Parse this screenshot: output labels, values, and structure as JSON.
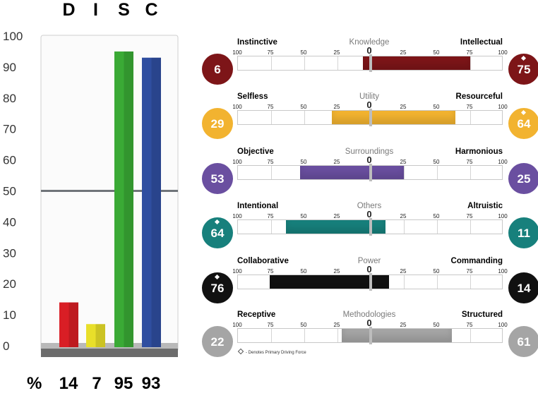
{
  "chart_data": [
    {
      "type": "bar",
      "categories": [
        "D",
        "I",
        "S",
        "C"
      ],
      "values": [
        14,
        7,
        95,
        93
      ],
      "ylim": [
        0,
        100
      ],
      "yticks": [
        0,
        10,
        20,
        30,
        40,
        50,
        60,
        70,
        80,
        90,
        100
      ],
      "reference_line": 50,
      "colors": [
        "#d91e25",
        "#e8df2a",
        "#3aaa35",
        "#2f4ea0"
      ],
      "percent_label": "%",
      "grid": false
    },
    {
      "type": "bar",
      "scale_ticks": [
        "100",
        "75",
        "50",
        "25",
        "0",
        "25",
        "50",
        "75",
        "100"
      ],
      "legend_text": "- Denotes Primary Driving Force",
      "motivators": [
        {
          "name": "Knowledge",
          "left_label": "Instinctive",
          "right_label": "Intellectual",
          "left_value": 6,
          "right_value": 75,
          "primary_side": "right",
          "color": "#7d1518"
        },
        {
          "name": "Utility",
          "left_label": "Selfless",
          "right_label": "Resourceful",
          "left_value": 29,
          "right_value": 64,
          "primary_side": "right",
          "color": "#f2b330"
        },
        {
          "name": "Surroundings",
          "left_label": "Objective",
          "right_label": "Harmonious",
          "left_value": 53,
          "right_value": 25,
          "primary_side": "",
          "color": "#6a4fa0"
        },
        {
          "name": "Others",
          "left_label": "Intentional",
          "right_label": "Altruistic",
          "left_value": 64,
          "right_value": 11,
          "primary_side": "left",
          "color": "#17807c"
        },
        {
          "name": "Power",
          "left_label": "Collaborative",
          "right_label": "Commanding",
          "left_value": 76,
          "right_value": 14,
          "primary_side": "left",
          "color": "#111111"
        },
        {
          "name": "Methodologies",
          "left_label": "Receptive",
          "right_label": "Structured",
          "left_value": 22,
          "right_value": 61,
          "primary_side": "",
          "color": "#a5a5a5"
        }
      ]
    }
  ]
}
